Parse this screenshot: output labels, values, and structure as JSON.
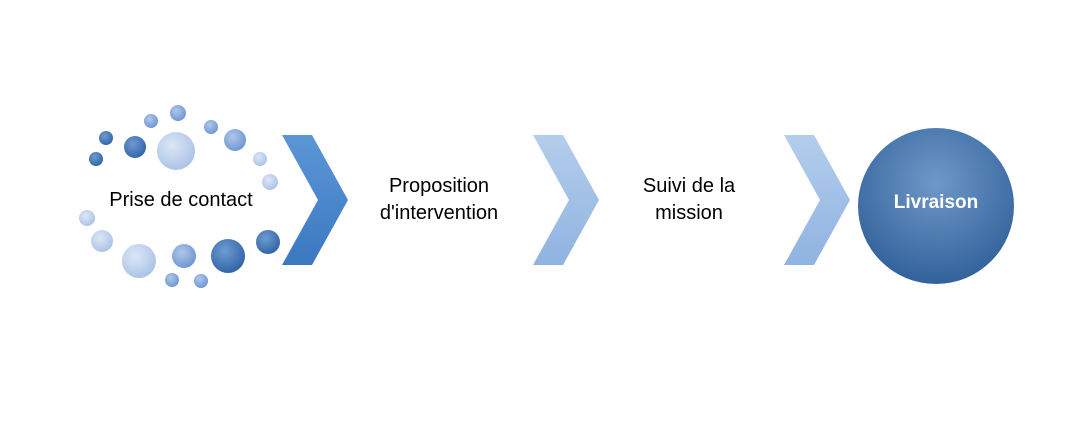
{
  "steps": [
    {
      "label": "Prise de contact"
    },
    {
      "label": "Proposition\nd'intervention"
    },
    {
      "label": "Suivi de la\nmission"
    },
    {
      "label": "Livraison"
    }
  ],
  "colors": {
    "chevron_dark_top": "#5B97D6",
    "chevron_dark_bottom": "#3C78C1",
    "chevron_light_top": "#B4CDEC",
    "chevron_light_bottom": "#8FB3E0",
    "circle_top": "#5E8CC0",
    "circle_bottom": "#2E5E98",
    "dot_light": "#B9CCEA",
    "dot_mid": "#7EA3D6",
    "dot_dark": "#3E6FAE"
  }
}
